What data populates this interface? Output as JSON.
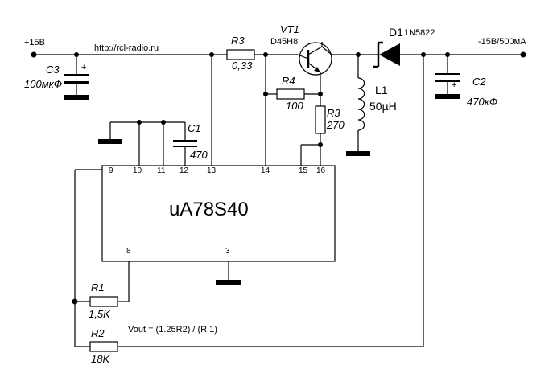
{
  "supply": {
    "input_label": "+15В",
    "output_label": "-15В/500мА",
    "url": "http://rcl-radio.ru"
  },
  "ic": {
    "name": "uA78S40",
    "pins": {
      "p9": "9",
      "p10": "10",
      "p11": "11",
      "p12": "12",
      "p13": "13",
      "p14": "14",
      "p15": "15",
      "p16": "16",
      "p8": "8",
      "p3": "3"
    }
  },
  "components": {
    "c3": {
      "ref": "C3",
      "value": "100мкФ",
      "polarity": "+"
    },
    "r3a": {
      "ref": "R3",
      "value": "0,33"
    },
    "vt1": {
      "ref": "VT1",
      "part": "D45H8"
    },
    "d1": {
      "ref": "D1",
      "part": "1N5822"
    },
    "c2": {
      "ref": "C2",
      "value": "470кФ",
      "polarity": "+"
    },
    "r4": {
      "ref": "R4",
      "value": "100"
    },
    "r3b": {
      "ref": "R3",
      "value": "270"
    },
    "l1": {
      "ref": "L1",
      "value": "50µH"
    },
    "c1": {
      "ref": "C1",
      "value": "470"
    },
    "r1": {
      "ref": "R1",
      "value": "1,5K"
    },
    "r2": {
      "ref": "R2",
      "value": "18K"
    }
  },
  "formula": "Vout = (1.25R2) / (R 1)"
}
